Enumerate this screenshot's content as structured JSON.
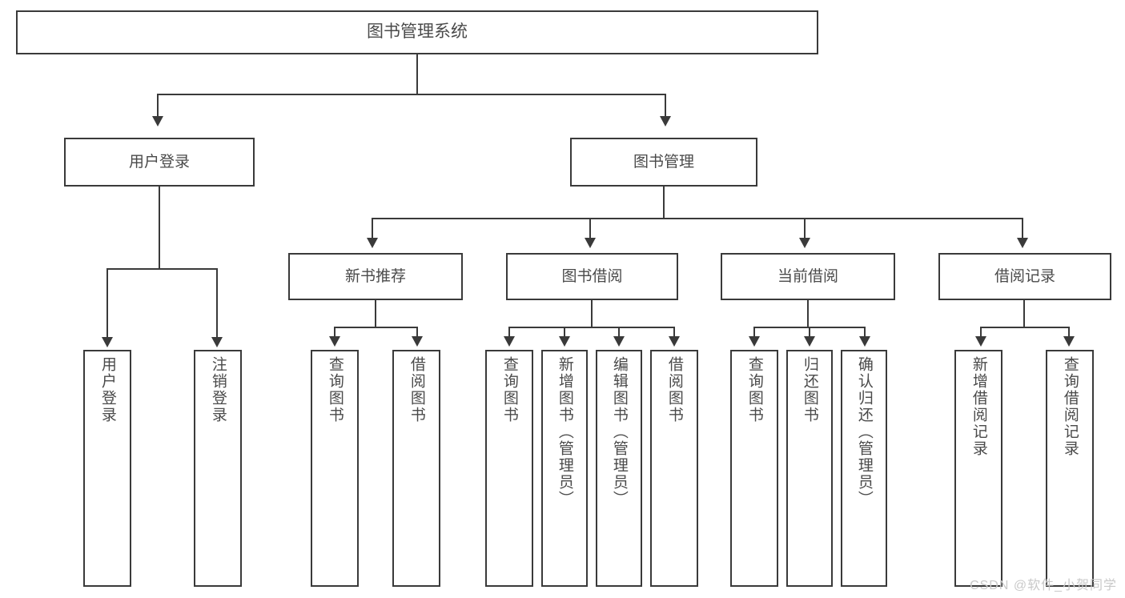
{
  "diagram": {
    "title": "图书管理系统",
    "type": "tree",
    "watermark": "CSDN @软件_小贺同学",
    "root": {
      "label": "图书管理系统",
      "children": [
        {
          "label": "用户登录",
          "children": [
            {
              "label": "用户登录"
            },
            {
              "label": "注销登录"
            }
          ]
        },
        {
          "label": "图书管理",
          "children": [
            {
              "label": "新书推荐",
              "children": [
                {
                  "label": "查询图书"
                },
                {
                  "label": "借阅图书"
                }
              ]
            },
            {
              "label": "图书借阅",
              "children": [
                {
                  "label": "查询图书"
                },
                {
                  "label": "新增图书（管理员）"
                },
                {
                  "label": "编辑图书（管理员）"
                },
                {
                  "label": "借阅图书"
                }
              ]
            },
            {
              "label": "当前借阅",
              "children": [
                {
                  "label": "查询图书"
                },
                {
                  "label": "归还图书"
                },
                {
                  "label": "确认归还（管理员）"
                }
              ]
            },
            {
              "label": "借阅记录",
              "children": [
                {
                  "label": "新增借阅记录"
                },
                {
                  "label": "查询借阅记录"
                }
              ]
            }
          ]
        }
      ]
    },
    "nodes": {
      "root": "图书管理系统",
      "user_login": "用户登录",
      "book_manage": "图书管理",
      "new_book_rec": "新书推荐",
      "book_borrow": "图书借阅",
      "current_borrow": "当前借阅",
      "borrow_record": "借阅记录",
      "leaf_user_login": "用户登录",
      "leaf_logout": "注销登录",
      "leaf_query_book_1": "查询图书",
      "leaf_borrow_book_1": "借阅图书",
      "leaf_query_book_2": "查询图书",
      "leaf_add_book": "新增图书（管理员）",
      "leaf_edit_book": "编辑图书（管理员）",
      "leaf_borrow_book_2": "借阅图书",
      "leaf_query_book_3": "查询图书",
      "leaf_return_book": "归还图书",
      "leaf_confirm_return": "确认归还（管理员）",
      "leaf_add_record": "新增借阅记录",
      "leaf_query_record": "查询借阅记录"
    },
    "colors": {
      "border": "#3a3a3a",
      "text": "#4a4a4a",
      "background": "#ffffff",
      "watermark": "#c9c9c9"
    }
  }
}
